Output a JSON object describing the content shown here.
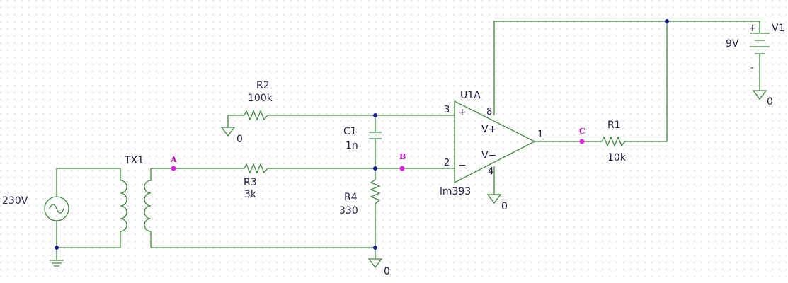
{
  "components": {
    "source": {
      "value": "230V"
    },
    "transformer": {
      "ref": "TX1"
    },
    "r1": {
      "ref": "R1",
      "value": "10k"
    },
    "r2": {
      "ref": "R2",
      "value": "100k"
    },
    "r3": {
      "ref": "R3",
      "value": "3k"
    },
    "r4": {
      "ref": "R4",
      "value": "330"
    },
    "c1": {
      "ref": "C1",
      "value": "1n"
    },
    "v1": {
      "ref": "V1",
      "value": "9V",
      "plus": "+",
      "minus": "-"
    },
    "opamp": {
      "ref": "U1A",
      "part": "lm393",
      "pin3": "3",
      "pin2": "2",
      "pin8": "8",
      "pin4": "4",
      "pin1": "1",
      "plus_sign": "+",
      "minus_sign": "−",
      "vplus": "V+",
      "vminus": "V−"
    }
  },
  "grounds": {
    "label": "0"
  },
  "probes": {
    "a": "A",
    "b": "B",
    "c": "C"
  },
  "colors": {
    "wire": "#3d8a3d",
    "junction": "#1a1a8c",
    "probe": "#e020e0",
    "text": "#1e1e46"
  }
}
